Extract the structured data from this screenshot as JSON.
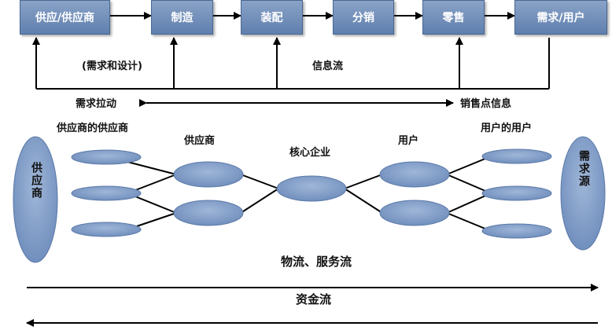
{
  "chain": {
    "boxes": [
      "供应/供应商",
      "制造",
      "装配",
      "分销",
      "零售",
      "需求/用户"
    ]
  },
  "info": {
    "demand_design": "(需求和设计)",
    "info_flow": "信息流",
    "demand_pull": "需求拉动",
    "pos_info": "销售点信息"
  },
  "network": {
    "supplier_of_supplier": "供应商的供应商",
    "supplier": "供应商",
    "core": "核心企业",
    "user": "用户",
    "user_of_user": "用户的用户",
    "left_source": "供应商",
    "right_source": "需求源"
  },
  "flows": {
    "material_service": "物流、服务流",
    "capital": "资金流"
  },
  "colors": {
    "box_fill": "#7391bd",
    "ellipse_fill": "#7f9bc6",
    "ellipse_stroke": "#5b79a8",
    "line": "#000000"
  }
}
